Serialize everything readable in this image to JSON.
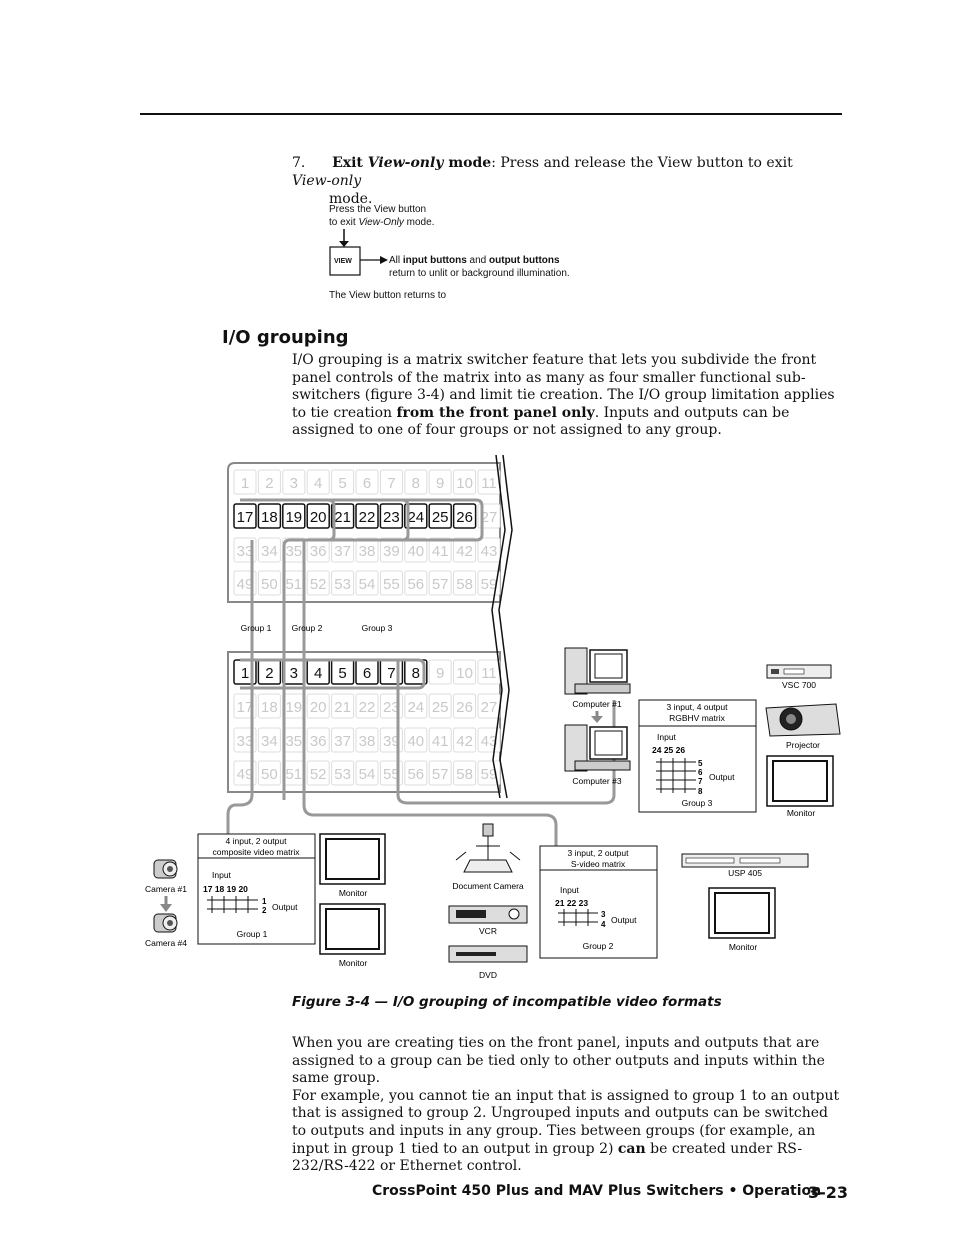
{
  "step": {
    "number": "7",
    "lead_bold": "Exit ",
    "lead_italic": "View-only",
    "lead_bold2": " mode",
    "text_a": ": Press and release the View button to exit ",
    "text_italic": "View-only",
    "text_b": " mode."
  },
  "view_callout": {
    "press_line1": "Press the View button",
    "press_line2a": "to exit ",
    "press_line2i": "View-Only",
    "press_line2b": " mode.",
    "button_label": "VIEW",
    "all_a": "All ",
    "all_b": "input buttons",
    "all_c": " and ",
    "all_d": "output buttons",
    "return_line": "return to unlit or background illumination.",
    "returns_to": "The View button returns to"
  },
  "section": {
    "heading": "I/O grouping",
    "p1_a": "I/O grouping is a matrix switcher feature that lets you subdivide the front panel controls of the matrix into as many as four smaller functional sub-switchers (figure 3-4) and limit tie creation.  The I/O group limitation applies to tie creation ",
    "p1_b": "from the front panel only",
    "p1_c": ".  Inputs and outputs can be assigned to one of four groups or not assigned to any group."
  },
  "figure": {
    "input_rows": [
      [
        "1",
        "2",
        "3",
        "4",
        "5",
        "6",
        "7",
        "8",
        "9",
        "10",
        "11"
      ],
      [
        "17",
        "18",
        "19",
        "20",
        "21",
        "22",
        "23",
        "24",
        "25",
        "26",
        "27"
      ],
      [
        "33",
        "34",
        "35",
        "36",
        "37",
        "38",
        "39",
        "40",
        "41",
        "42",
        "43"
      ],
      [
        "49",
        "50",
        "51",
        "52",
        "53",
        "54",
        "55",
        "56",
        "57",
        "58",
        "59"
      ]
    ],
    "output_rows": [
      [
        "1",
        "2",
        "3",
        "4",
        "5",
        "6",
        "7",
        "8",
        "9",
        "10",
        "11"
      ],
      [
        "17",
        "18",
        "19",
        "20",
        "21",
        "22",
        "23",
        "24",
        "25",
        "26",
        "27"
      ],
      [
        "33",
        "34",
        "35",
        "36",
        "37",
        "38",
        "39",
        "40",
        "41",
        "42",
        "43"
      ],
      [
        "49",
        "50",
        "51",
        "52",
        "53",
        "54",
        "55",
        "56",
        "57",
        "58",
        "59"
      ]
    ],
    "group_labels": [
      "Group 1",
      "Group 2",
      "Group 3"
    ],
    "matrix_a": {
      "title1": "4 input, 2 output",
      "title2": "composite video matrix",
      "input": "Input",
      "input_nums": "17 18 19 20",
      "out1": "1",
      "out2": "2",
      "output": "Output",
      "group": "Group 1"
    },
    "matrix_b": {
      "title1": "3 input, 2 output",
      "title2": "S-video matrix",
      "input": "Input",
      "input_nums": "21 22 23",
      "out1": "3",
      "out2": "4",
      "output": "Output",
      "group": "Group 2"
    },
    "matrix_c": {
      "title1": "3 input, 4 output",
      "title2": "RGBHV matrix",
      "input": "Input",
      "input_nums": "24 25 26",
      "out1": "5",
      "out2": "6",
      "out3": "7",
      "out4": "8",
      "output": "Output",
      "group": "Group 3"
    },
    "devices": {
      "camera1": "Camera #1",
      "camera4": "Camera #4",
      "monitor": "Monitor",
      "doc_camera": "Document Camera",
      "vcr": "VCR",
      "dvd": "DVD",
      "computer1": "Computer #1",
      "computer3": "Computer #3",
      "vsc": "VSC 700",
      "projector": "Projector",
      "usp": "USP 405"
    }
  },
  "caption": "Figure 3-4 — I/O grouping of incompatible video formats",
  "para2": {
    "s1": "When you are creating ties on the front panel, inputs and outputs that are assigned to a group can be tied only to other outputs and inputs within the same group.",
    "s2_a": "For example, you cannot tie an input that is assigned to group 1 to an output that is assigned to group 2.  Ungrouped inputs and outputs can be switched to outputs and inputs in any group.  Ties between groups (for example, an input in group 1 tied to an output in group 2) ",
    "s2_b": "can",
    "s2_c": " be created under RS-232/RS-422 or Ethernet control."
  },
  "footer": {
    "title": "CrossPoint 450 Plus and MAV Plus Switchers • Operation",
    "page": "3-23"
  }
}
